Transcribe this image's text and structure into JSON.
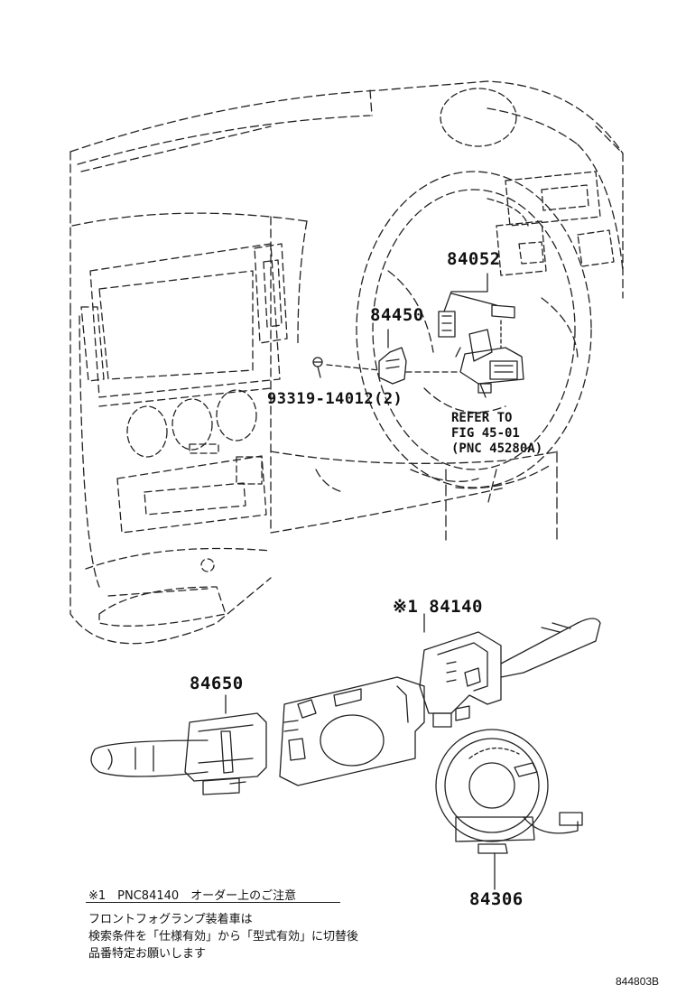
{
  "labels": {
    "p84052": "84052",
    "p84450": "84450",
    "p93319": "93319-14012(2)",
    "refer1": "REFER TO",
    "refer2": "FIG 45-01",
    "refer3": "(PNC 45280A)",
    "p84140": "※1 84140",
    "p84650": "84650",
    "p84306": "84306"
  },
  "note": {
    "title": "※1　PNC84140　オーダー上のご注意",
    "lines": [
      "フロントフォグランプ装着車は",
      "検索条件を「仕様有効」から「型式有効」に切替後",
      "品番特定お願いします"
    ]
  },
  "figure_code": "844803B",
  "icons": [
    "dashboard-outline",
    "steering-wheel",
    "cruise-control-switch",
    "combination-switch-body",
    "turn-signal-switch",
    "wiper-switch",
    "spiral-cable",
    "screw"
  ]
}
